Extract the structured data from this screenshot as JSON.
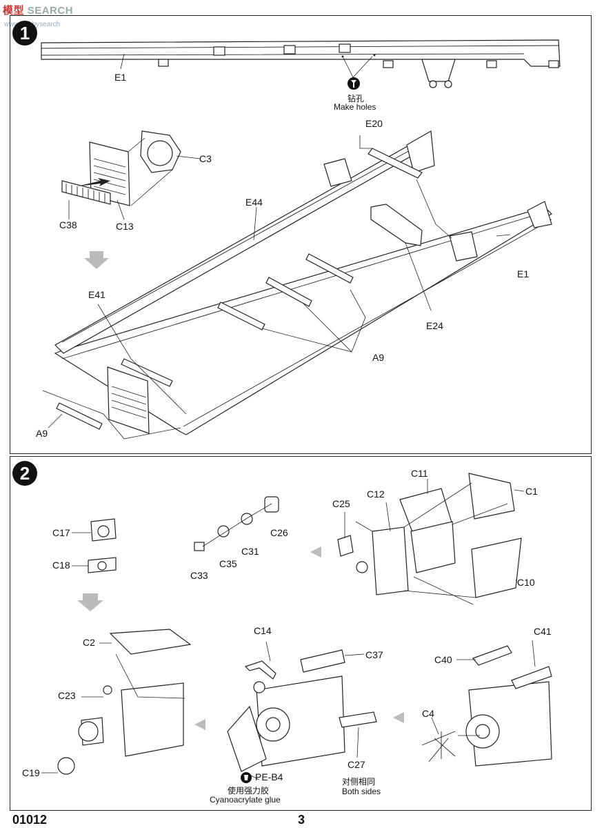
{
  "watermark": {
    "cn": "模型",
    "en": "SEARCH",
    "site": "www.hobbysearch"
  },
  "steps": [
    {
      "number": "1"
    },
    {
      "number": "2"
    }
  ],
  "step1": {
    "labels": {
      "e1_top": "E1",
      "drill_cn": "钻孔",
      "drill_en": "Make holes",
      "e20": "E20",
      "c3": "C3",
      "e44": "E44",
      "c38": "C38",
      "c13": "C13",
      "e1": "E1",
      "e41": "E41",
      "e24": "E24",
      "a9_right": "A9",
      "a9_left": "A9"
    }
  },
  "step2": {
    "labels": {
      "c17": "C17",
      "c18": "C18",
      "c26": "C26",
      "c31": "C31",
      "c33": "C33",
      "c35": "C35",
      "c11": "C11",
      "c1": "C1",
      "c25": "C25",
      "c12": "C12",
      "c10": "C10",
      "c2": "C2",
      "c23": "C23",
      "c19": "C19",
      "c14": "C14",
      "c37": "C37",
      "pe_b4": "PE-B4",
      "glue_cn": "使用强力胶",
      "glue_en": "Cyanoacrylate glue",
      "c27": "C27",
      "both_cn": "对侧相同",
      "both_en": "Both sides",
      "c40": "C40",
      "c41": "C41",
      "c4": "C4"
    }
  },
  "footer": {
    "code": "01012",
    "page": "3"
  }
}
